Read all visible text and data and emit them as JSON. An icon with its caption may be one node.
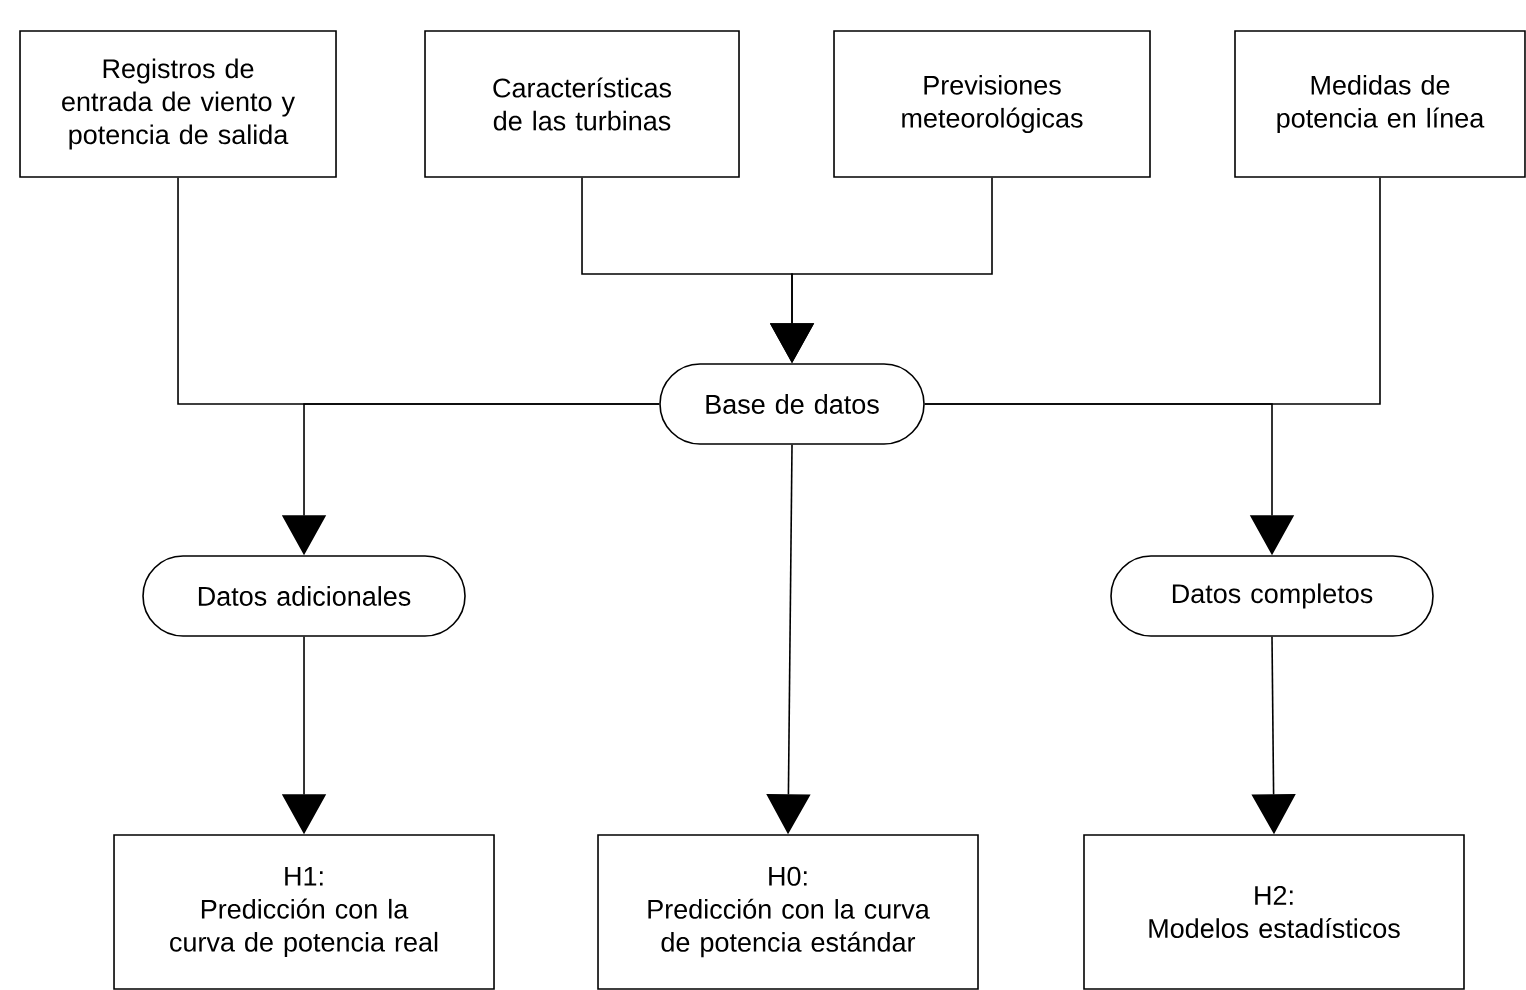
{
  "diagram": {
    "nodes": [
      {
        "text": [
          "Registros de entrada de viento y potencia de salida"
        ]
      },
      {
        "text": [
          "Características de las turbinas"
        ]
      },
      {
        "text": [
          "Previsiones meteorológicas"
        ]
      },
      {
        "text": [
          "Medidas de potencia en línea"
        ]
      },
      {
        "text": [
          "Base de datos"
        ]
      },
      {
        "text": [
          "Datos adicionales"
        ]
      },
      {
        "text": [
          "Datos completos"
        ]
      },
      {
        "text": [
          "H1:",
          "Predicción con la curva de potencia real"
        ]
      },
      {
        "text": [
          "H0:",
          "Predicción con la curva de potencia estándar"
        ]
      },
      {
        "text": [
          "H2:",
          "Modelos estadísticos"
        ]
      }
    ],
    "edges": [
      {
        "from": 1,
        "to": 4,
        "arrow": "to"
      },
      {
        "from": 2,
        "to": 4,
        "arrow": "to"
      },
      {
        "from": 0,
        "to": 4,
        "arrow": "none"
      },
      {
        "from": 3,
        "to": 4,
        "arrow": "none"
      },
      {
        "from": 4,
        "to": 5,
        "arrow": "to"
      },
      {
        "from": 4,
        "to": 8,
        "arrow": "to"
      },
      {
        "from": 4,
        "to": 6,
        "arrow": "to"
      },
      {
        "from": 5,
        "to": 7,
        "arrow": "to"
      },
      {
        "from": 6,
        "to": 9,
        "arrow": "to"
      }
    ]
  }
}
